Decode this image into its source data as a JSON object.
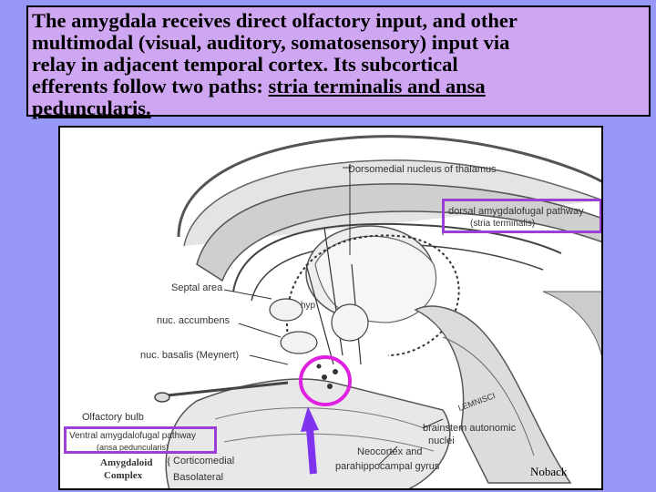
{
  "caption": {
    "line1": "The amygdala receives direct olfactory input, and other",
    "line2": "multimodal (visual, auditory, somatosensory) input via",
    "line3": "relay in adjacent temporal cortex. Its subcortical",
    "line4_plain": "efferents follow two paths: ",
    "line4_underlined": "stria terminalis and ansa",
    "line5_underlined": "peduncularis."
  },
  "figure": {
    "labels": {
      "dorsomedial": "Dorsomedial nucleus of thalamus",
      "dorsal_pathway": "dorsal amygdalofugal pathway",
      "stria": "(stria terminalis)",
      "septal": "Septal area",
      "hyp": "hyp",
      "accumbens": "nuc. accumbens",
      "basalis": "nuc. basalis (Meynert)",
      "olfactory": "Olfactory bulb",
      "ventral_pathway": "Ventral amygdalofugal pathway",
      "ansa": "(ansa peduncularis)",
      "amygdaloid": "Amygdaloid",
      "complex": "Complex",
      "corticomedial": "Corticomedial",
      "basolateral": "Basolateral",
      "neocortex": "Neocortex and",
      "parahippocampal": "parahippocampal gyrus",
      "brainstem": "brainstem autonomic",
      "nuclei": "nuclei",
      "lemniscus": "LEMNISCI",
      "credit": "Noback"
    },
    "highlight_color": "#9b3fd6",
    "marker_color": "#e020e0",
    "arrow_color": "#7f33ee"
  }
}
